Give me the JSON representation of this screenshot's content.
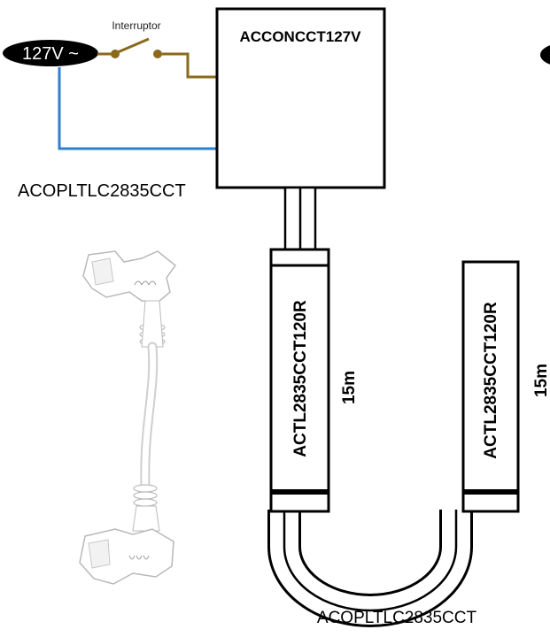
{
  "power_source": {
    "label": "127V ~"
  },
  "switch": {
    "label": "Interruptor"
  },
  "controller": {
    "label": "ACCONCCT127V"
  },
  "connector_top": {
    "label": "ACOPLTLC2835CCT"
  },
  "strip_1": {
    "label": "ACTL2835CCT120R",
    "length": "15m"
  },
  "strip_2": {
    "label": "ACTL2835CCT120R",
    "length": "15m"
  },
  "connector_bottom": {
    "label": "ACOPLTLC2835CCT"
  },
  "colors": {
    "wire_brown": "#8a6a1a",
    "wire_blue": "#2f7fd0",
    "outline": "#000000",
    "source_fill": "#000000",
    "source_text": "#ffffff"
  }
}
